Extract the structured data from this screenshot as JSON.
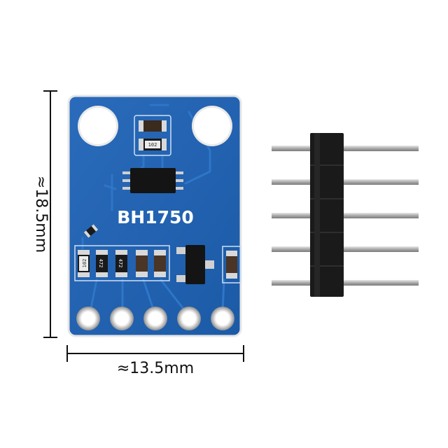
{
  "board": {
    "label": "BH1750",
    "resistor_codes": [
      "102",
      "102",
      "472",
      "472"
    ]
  },
  "dimensions": {
    "height_label": "≈18.5mm",
    "width_label": "≈13.5mm"
  },
  "colors": {
    "pcb": "#1f5fae",
    "pcb_edge": "#184f93",
    "header_plastic": "#1a1a1a",
    "pin_metal": "#b8b8b8"
  }
}
